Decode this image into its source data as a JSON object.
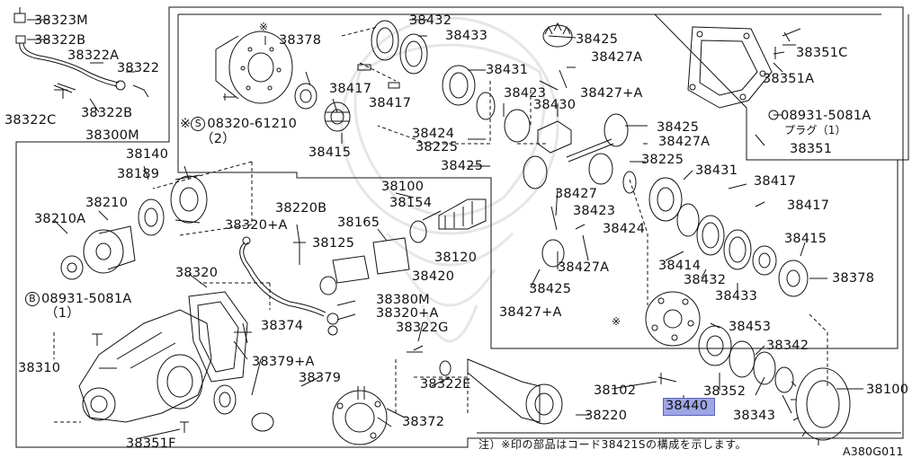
{
  "diagram_code": "A380G011",
  "footnote": "注）※印の部品はコード38421Sの構成を示します。",
  "highlighted_part": "38440",
  "parts": {
    "p38323M": "38323M",
    "p38322B_top": "38322B",
    "p38322A": "38322A",
    "p38322": "38322",
    "p38322C": "38322C",
    "p38322B_bot": "38322B",
    "p38300M": "38300M",
    "p38378_top": "38378",
    "p38432_top": "38432",
    "p38433_top": "38433",
    "p38425_top": "38425",
    "p38427A_top": "38427A",
    "p38351C": "38351C",
    "p38351A": "38351A",
    "p38431_top": "38431",
    "p38427pA_top": "38427+A",
    "p38417_a": "38417",
    "p38417_b": "38417",
    "p38423_top": "38423",
    "p38430": "38430",
    "bolt_code": "08931-5081A",
    "bolt_note": "プラグ（1）",
    "screw_code": "08320-61210",
    "screw_qty": "（2）",
    "p38424_top": "38424",
    "p38225_top": "38225",
    "p38425_mid": "38425",
    "p38427A_mid": "38427A",
    "p38351": "38351",
    "p38415_top": "38415",
    "p38140": "38140",
    "p38189": "38189",
    "p38100_top": "38100",
    "p38225_mid": "38225",
    "p38431_mid": "38431",
    "p38210": "38210",
    "p38220B": "38220B",
    "p38154": "38154",
    "p38427": "38427",
    "p38423_mid": "38423",
    "p38417_c": "38417",
    "p38417_d": "38417",
    "p38210A": "38210A",
    "p38320pA_top": "38320+A",
    "p38165": "38165",
    "p38424_mid": "38424",
    "p38415_mid": "38415",
    "p38125": "38125",
    "p38120": "38120",
    "p38427A_low": "38427A",
    "p38414": "38414",
    "p38320": "38320",
    "p38420": "38420",
    "p38432_mid": "38432",
    "p38378_mid": "38378",
    "bolt2_code": "08931-5081A",
    "bolt2_qty": "（1）",
    "p38425_low": "38425",
    "p38433_mid": "38433",
    "p38380M": "38380M",
    "p38427pA_low": "38427+A",
    "p38320pA_low": "38320+A",
    "p38374": "38374",
    "p38453": "38453",
    "p38322G": "38322G",
    "p38342": "38342",
    "p38379pA": "38379+A",
    "p38310": "38310",
    "p38379": "38379",
    "p38322E": "38322E",
    "p38102": "38102",
    "p38352": "38352",
    "p38100_low": "38100",
    "p38220": "38220",
    "p38440": "38440",
    "p38343": "38343",
    "p38372": "38372",
    "p38351F": "38351F"
  }
}
